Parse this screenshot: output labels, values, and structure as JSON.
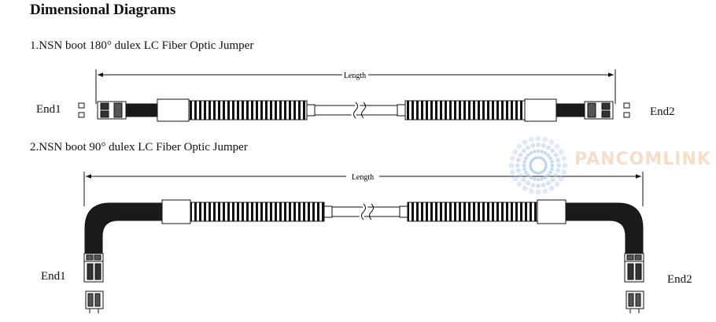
{
  "heading": "Dimensional Diagrams",
  "diagram1": {
    "title": "1.NSN boot 180°  dulex LC Fiber Optic Jumper",
    "dimension_label": "Length",
    "end_left": "End1",
    "end_right": "End2"
  },
  "diagram2": {
    "title": "2.NSN boot 90°  dulex LC Fiber Optic Jumper",
    "dimension_label": "Length",
    "end_left": "End1",
    "end_right": "End2"
  },
  "logo": {
    "text": "PANCOMLINK",
    "colors": {
      "burst": "#a8c8f0",
      "text": "#f7ddc6"
    }
  }
}
